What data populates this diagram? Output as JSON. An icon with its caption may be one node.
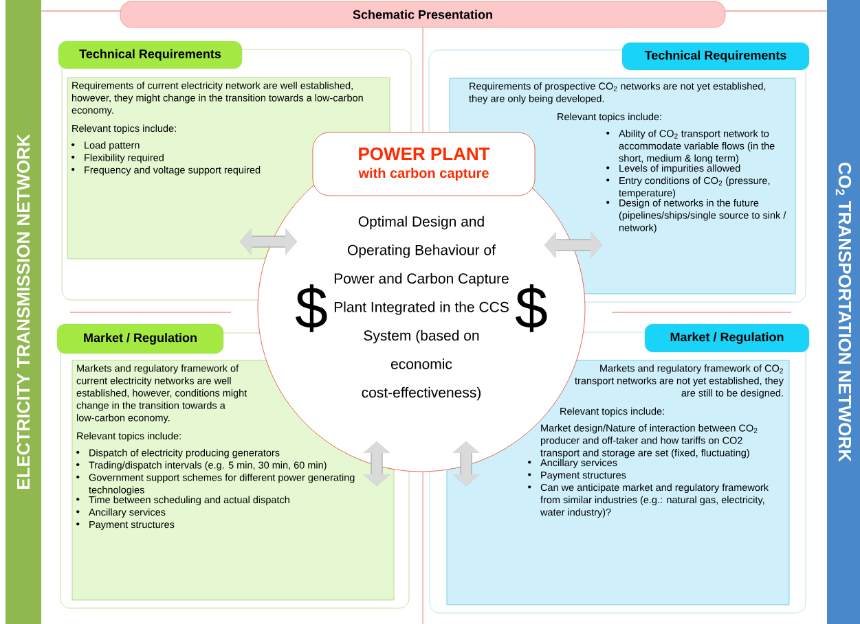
{
  "diagram": {
    "nodes": [
      {
        "text": [
          "Schematic Presentation"
        ]
      },
      {
        "text": [
          "ELECTRICITY TRANSMISSION NETWORK"
        ]
      },
      {
        "text": [
          "CO$_{2}$ TRANSPORTATION NETWORK"
        ]
      },
      {
        "text": [
          "Technical Requirements"
        ]
      },
      {
        "text": [
          "Requirements of current electricity network are well established, however, they might change in the transition towards a low-carbon economy.",
          "Relevant topics include:",
          "Load pattern",
          "Flexibility required",
          "Frequency and voltage support required"
        ],
        "in": 3
      },
      {
        "text": [
          "Technical Requirements"
        ]
      },
      {
        "text": [
          "Requirements of prospective CO$_{2}$ networks are not yet established, they are only being developed.",
          "Relevant topics include:",
          "Ability of CO$_{2}$ transport network to accommodate variable flows (in the short, medium & long term)",
          "Levels of impurities allowed",
          "Entry conditions of CO$_{2}$ (pressure, temperature)",
          "Design of networks in the future (pipelines/ships/single source to sink / network)"
        ],
        "in": 5
      },
      {
        "text": [
          "POWER PLANT",
          "with carbon capture"
        ]
      },
      {
        "text": [
          "$",
          "Optimal Design and Operating Behaviour of Power and Carbon Capture Plant Integrated in the CCS System (based on economic cost-effectiveness)",
          "$"
        ]
      },
      {
        "text": [
          "Market / Regulation"
        ]
      },
      {
        "text": [
          "Markets and regulatory framework of current electricity networks are well established, however, conditions might change in the transition towards a low-carbon economy.",
          "Relevant topics include:",
          "Dispatch of electricity producing generators",
          "Trading/dispatch intervals (e.g. 5 min, 30 min, 60 min)",
          "Government support schemes for different power generating technologies",
          "Time between scheduling and actual dispatch",
          "Ancillary services",
          "Payment structures"
        ],
        "in": 9
      },
      {
        "text": [
          "Market / Regulation"
        ]
      },
      {
        "text": [
          "Markets and regulatory framework of CO$_{2}$ transport networks are not yet established, they are still to be designed.",
          "Relevant topics include:",
          "Market design/Nature of interaction between CO$_{2}$ producer and off-taker and how tariffs on CO2 transport and storage are set (fixed, fluctuating)",
          "Ancillary services",
          "Payment structures",
          "Can we anticipate market and regulatory framework from similar industries (e.g.: natural gas, electricity, water industry)?"
        ],
        "in": 11
      }
    ],
    "edges": [
      {
        "from": 1,
        "to": 0,
        "arrow": "none",
        "color": "#d9452b"
      },
      {
        "from": 0,
        "to": 2,
        "arrow": "none",
        "color": "#d9452b"
      },
      {
        "from": 4,
        "to": 8,
        "arrow": "both"
      },
      {
        "from": 6,
        "to": 8,
        "arrow": "both"
      },
      {
        "from": 10,
        "to": 8,
        "arrow": "both"
      },
      {
        "from": 12,
        "to": 8,
        "arrow": "both"
      }
    ]
  }
}
